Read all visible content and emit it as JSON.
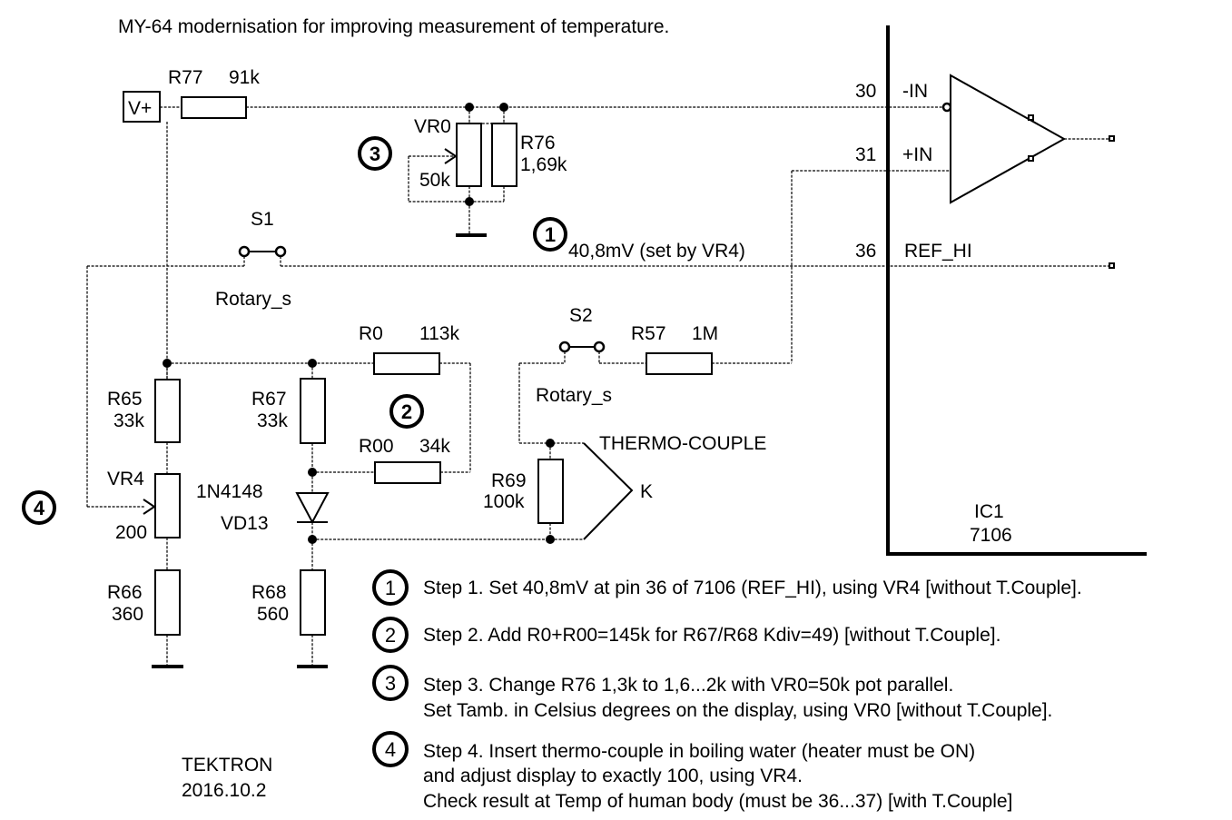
{
  "title": "MY-64 modernisation for improving measurement of temperature.",
  "labels": {
    "vplus": "V+",
    "r77": "R77",
    "r77_val": "91k",
    "vr0": "VR0",
    "vr0_val": "50k",
    "r76": "R76",
    "r76_val": "1,69k",
    "s1": "S1",
    "s1_type": "Rotary_s",
    "ref_note": "40,8mV (set by VR4)",
    "r0": "R0",
    "r0_val": "113k",
    "r00": "R00",
    "r00_val": "34k",
    "s2": "S2",
    "s2_type": "Rotary_s",
    "r57": "R57",
    "r57_val": "1M",
    "r65": "R65",
    "r65_val": "33k",
    "r67": "R67",
    "r67_val": "33k",
    "vr4": "VR4",
    "vr4_val": "200",
    "diode": "1N4148",
    "diode_ref": "VD13",
    "r69": "R69",
    "r69_val": "100k",
    "thermo": "THERMO-COUPLE",
    "k": "K",
    "r66": "R66",
    "r66_val": "360",
    "r68": "R68",
    "r68_val": "560",
    "pin30": "30",
    "pin30_name": "-IN",
    "pin31": "31",
    "pin31_name": "+IN",
    "pin36": "36",
    "pin36_name": "REF_HI",
    "ic": "IC1",
    "ic_type": "7106",
    "author": "TEKTRON",
    "date": "2016.10.2"
  },
  "markers": {
    "m1": "1",
    "m2": "2",
    "m3": "3",
    "m4": "4"
  },
  "steps": [
    {
      "num": "1",
      "lines": [
        "Step 1. Set 40,8mV at pin 36 of 7106 (REF_HI), using VR4 [without T.Couple]."
      ]
    },
    {
      "num": "2",
      "lines": [
        "Step 2. Add R0+R00=145k for R67/R68 Kdiv=49) [without T.Couple]."
      ]
    },
    {
      "num": "3",
      "lines": [
        "Step 3. Change R76 1,3k to 1,6...2k with VR0=50k pot parallel.",
        "Set Tamb. in Celsius degrees on the display, using VR0 [without T.Couple]."
      ]
    },
    {
      "num": "4",
      "lines": [
        "Step 4. Insert thermo-couple in boiling water (heater must be ON)",
        "and adjust display to exactly 100, using VR4.",
        "Check result at Temp of human body (must be 36...37) [with T.Couple]"
      ]
    }
  ]
}
